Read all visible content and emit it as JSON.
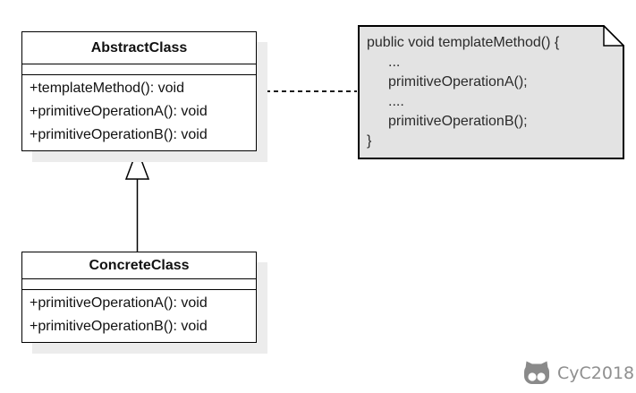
{
  "classes": {
    "abstract": {
      "title": "AbstractClass",
      "methods": [
        "+templateMethod(): void",
        "+primitiveOperationA(): void",
        "+primitiveOperationB(): void"
      ]
    },
    "concrete": {
      "title": "ConcreteClass",
      "methods": [
        "+primitiveOperationA(): void",
        "+primitiveOperationB(): void"
      ]
    }
  },
  "note": {
    "lines": [
      "public void templateMethod() {",
      "...",
      "primitiveOperationA();",
      "....",
      "primitiveOperationB();",
      "}"
    ]
  },
  "relations": {
    "generalization": {
      "from": "ConcreteClass",
      "to": "AbstractClass"
    },
    "note_link": {
      "from": "AbstractClass",
      "to": "note"
    }
  },
  "watermark": {
    "label": "CyC2018",
    "icon": "cat-logo-icon"
  },
  "colors": {
    "border": "#000000",
    "note_fill": "#e3e3e3",
    "box_shadow": "#ececec",
    "watermark": "#8f8f8f",
    "background": "#ffffff"
  }
}
